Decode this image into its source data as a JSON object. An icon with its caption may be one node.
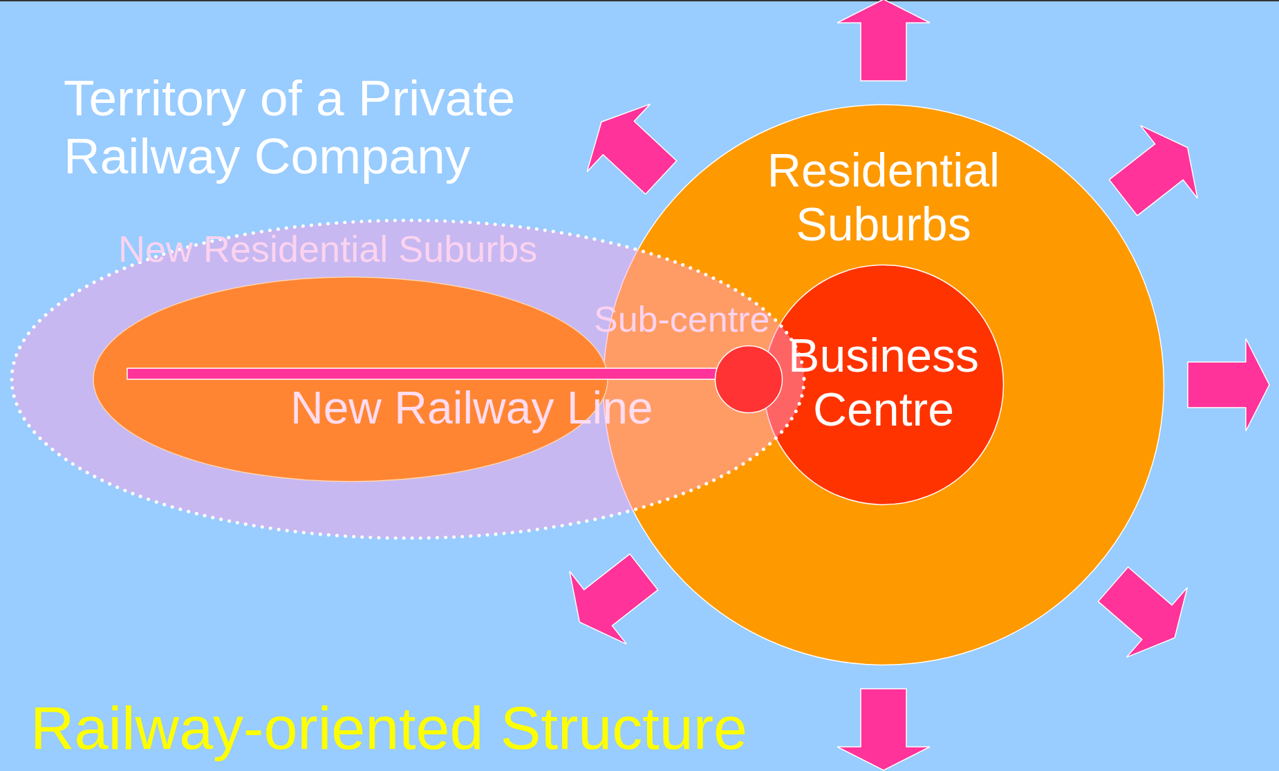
{
  "diagram": {
    "caption": "Railway-oriented Structure",
    "nodes": [
      {
        "text": [
          "New Residential Suburbs"
        ]
      },
      {
        "text": [],
        "shape": "ellipse",
        "in": 0
      },
      {
        "text": [],
        "shape": "bar",
        "beside": [
          "New Railway Line"
        ],
        "in": 0
      },
      {
        "text": [
          "Residential Suburbs"
        ]
      },
      {
        "text": [
          "Business Centre"
        ],
        "in": 3
      },
      {
        "text": [],
        "shape": "circle",
        "beside": [
          "Sub-centre"
        ]
      }
    ],
    "labels": [
      "Territory of a Private Railway Company"
    ]
  }
}
